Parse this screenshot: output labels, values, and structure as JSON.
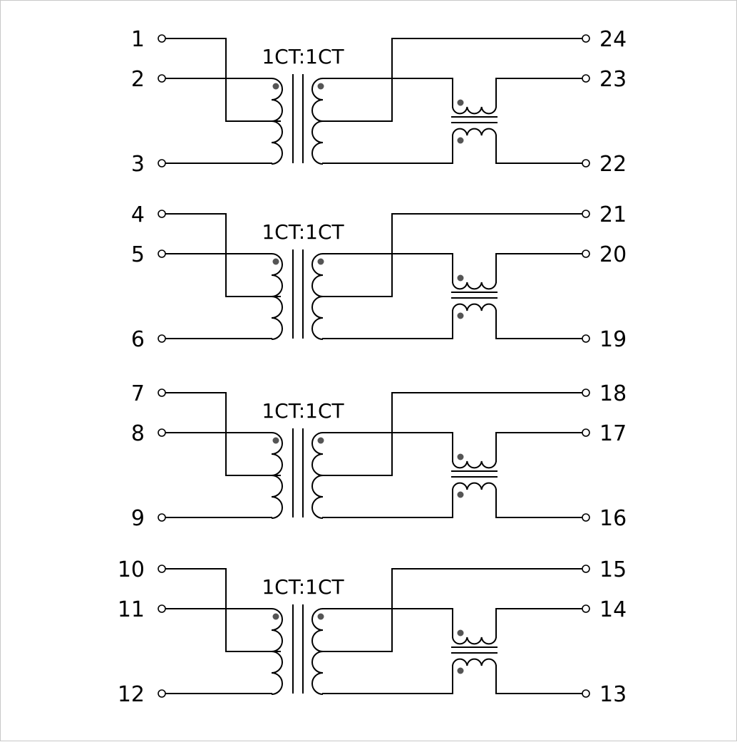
{
  "stages": [
    {
      "ratio": "1CT:1CT",
      "pins": {
        "left_top": "1",
        "left_mid": "2",
        "left_bot": "3",
        "right_top": "24",
        "right_mid": "23",
        "right_bot": "22"
      }
    },
    {
      "ratio": "1CT:1CT",
      "pins": {
        "left_top": "4",
        "left_mid": "5",
        "left_bot": "6",
        "right_top": "21",
        "right_mid": "20",
        "right_bot": "19"
      }
    },
    {
      "ratio": "1CT:1CT",
      "pins": {
        "left_top": "7",
        "left_mid": "8",
        "left_bot": "9",
        "right_top": "18",
        "right_mid": "17",
        "right_bot": "16"
      }
    },
    {
      "ratio": "1CT:1CT",
      "pins": {
        "left_top": "10",
        "left_mid": "11",
        "left_bot": "12",
        "right_top": "15",
        "right_mid": "14",
        "right_bot": "13"
      }
    }
  ]
}
